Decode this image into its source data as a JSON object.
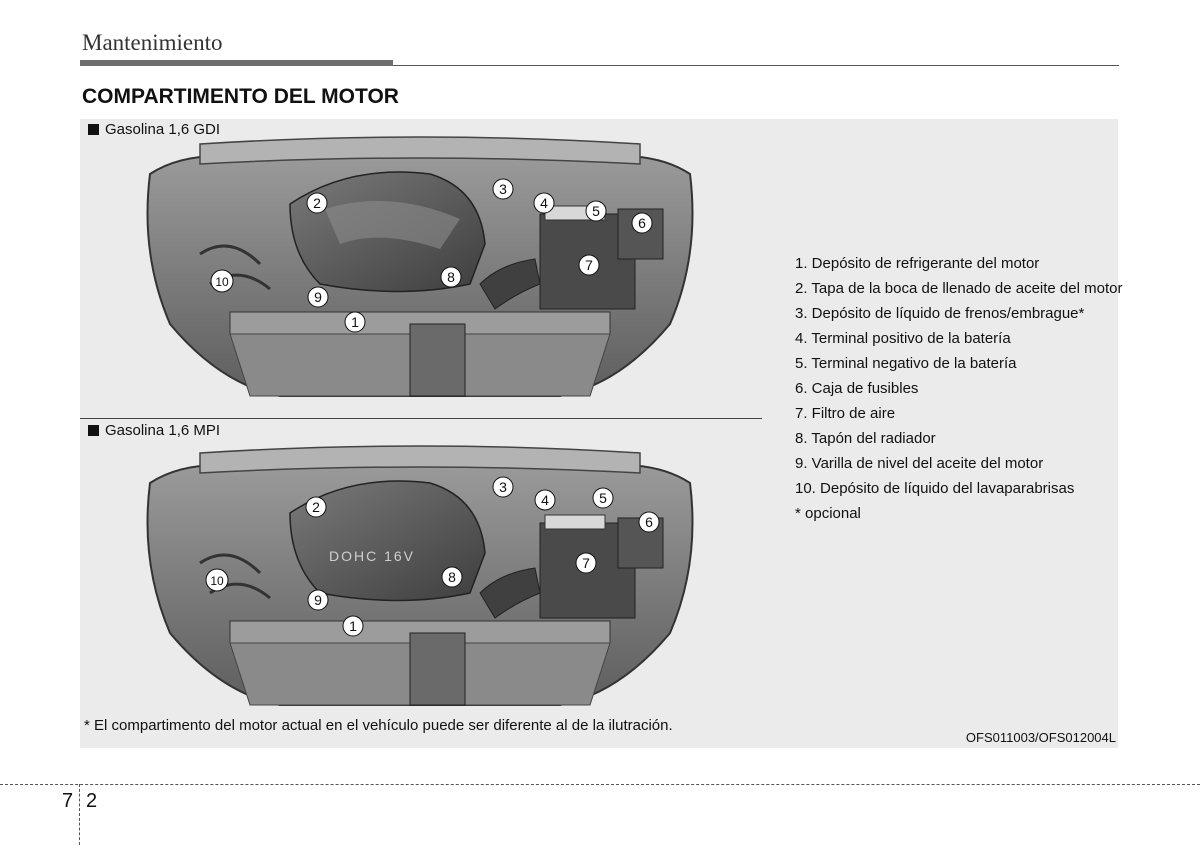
{
  "header": {
    "section": "Mantenimiento",
    "title": "COMPARTIMENTO DEL MOTOR"
  },
  "variants": [
    {
      "label": "Gasolina 1,6 GDI",
      "callouts": [
        "1",
        "2",
        "3",
        "4",
        "5",
        "6",
        "7",
        "8",
        "9",
        "10"
      ]
    },
    {
      "label": "Gasolina 1,6 MPI",
      "engine_cover_text": "DOHC 16V",
      "callouts": [
        "1",
        "2",
        "3",
        "4",
        "5",
        "6",
        "7",
        "8",
        "9",
        "10"
      ]
    }
  ],
  "legend": [
    "1. Depósito de refrigerante del motor",
    "2. Tapa de la boca de llenado de aceite del motor",
    "3. Depósito de líquido de frenos/embrague*",
    "4. Terminal positivo de la batería",
    "5. Terminal negativo de la batería",
    "6. Caja de fusibles",
    "7. Filtro de aire",
    "8. Tapón del radiador",
    "9. Varilla de nivel del aceite del motor",
    "10. Depósito de líquido del lavaparabrisas",
    "* opcional"
  ],
  "footnote": "* El compartimento del motor actual en el vehículo puede ser diferente al de la ilutración.",
  "figure_code": "OFS011003/OFS012004L",
  "page": {
    "chapter": "7",
    "number": "2"
  }
}
